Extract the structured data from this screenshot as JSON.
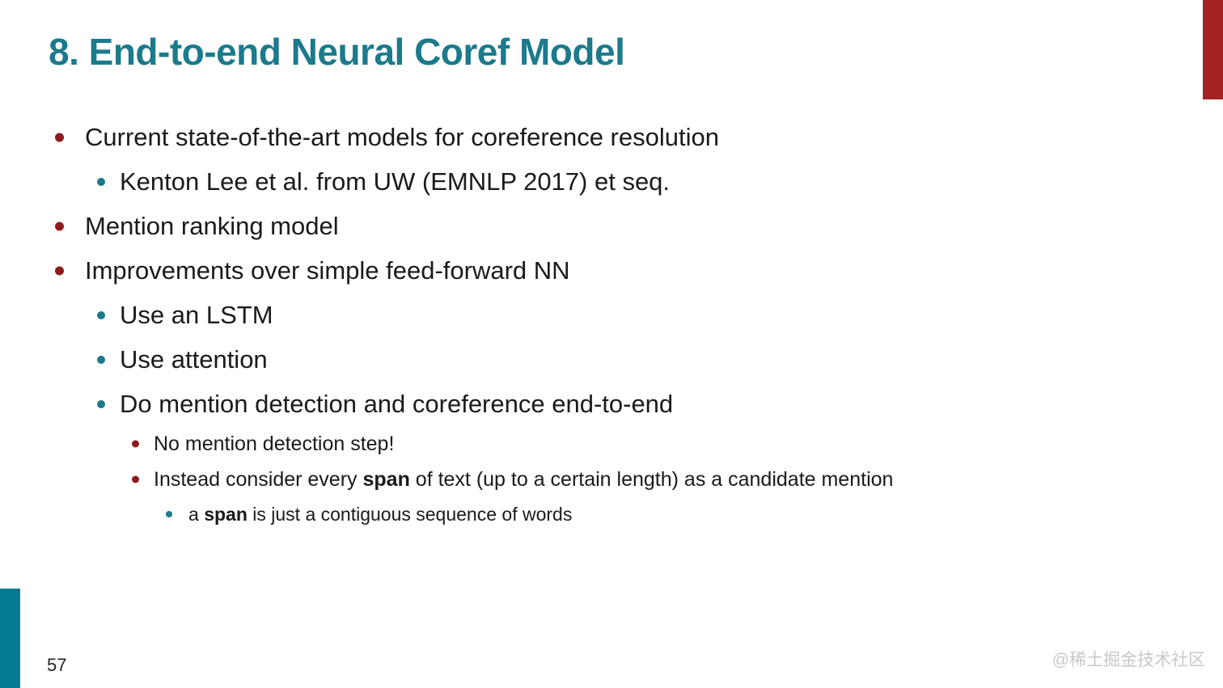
{
  "slide": {
    "title": "8. End-to-end Neural Coref Model",
    "page_number": "57",
    "watermark": "@稀土掘金技术社区",
    "colors": {
      "teal": "#1b7a8c",
      "dark_red": "#8e1b1b",
      "bar_red": "#a32323",
      "bar_teal": "#067a90",
      "text": "#1a1a1a",
      "watermark_gray": "#c8c8c8"
    },
    "bullets": [
      {
        "level": 1,
        "segments": [
          {
            "text": "Current state-of-the-art models for coreference resolution",
            "bold": false
          }
        ]
      },
      {
        "level": 2,
        "segments": [
          {
            "text": "Kenton Lee et al. from UW (EMNLP 2017) et seq.",
            "bold": false
          }
        ]
      },
      {
        "level": 1,
        "segments": [
          {
            "text": "Mention ranking model",
            "bold": false
          }
        ]
      },
      {
        "level": 1,
        "segments": [
          {
            "text": "Improvements over simple feed-forward NN",
            "bold": false
          }
        ]
      },
      {
        "level": 2,
        "segments": [
          {
            "text": "Use an LSTM",
            "bold": false
          }
        ]
      },
      {
        "level": 2,
        "segments": [
          {
            "text": "Use attention",
            "bold": false
          }
        ]
      },
      {
        "level": 2,
        "segments": [
          {
            "text": "Do mention detection and coreference end-to-end",
            "bold": false
          }
        ]
      },
      {
        "level": 3,
        "segments": [
          {
            "text": "No mention detection step!",
            "bold": false
          }
        ]
      },
      {
        "level": 3,
        "segments": [
          {
            "text": "Instead consider every ",
            "bold": false
          },
          {
            "text": "span",
            "bold": true
          },
          {
            "text": " of text (up to a certain length) as a candidate mention",
            "bold": false
          }
        ]
      },
      {
        "level": 4,
        "segments": [
          {
            "text": "a ",
            "bold": false
          },
          {
            "text": "span",
            "bold": true
          },
          {
            "text": " is just a contiguous sequence of words",
            "bold": false
          }
        ]
      }
    ]
  }
}
